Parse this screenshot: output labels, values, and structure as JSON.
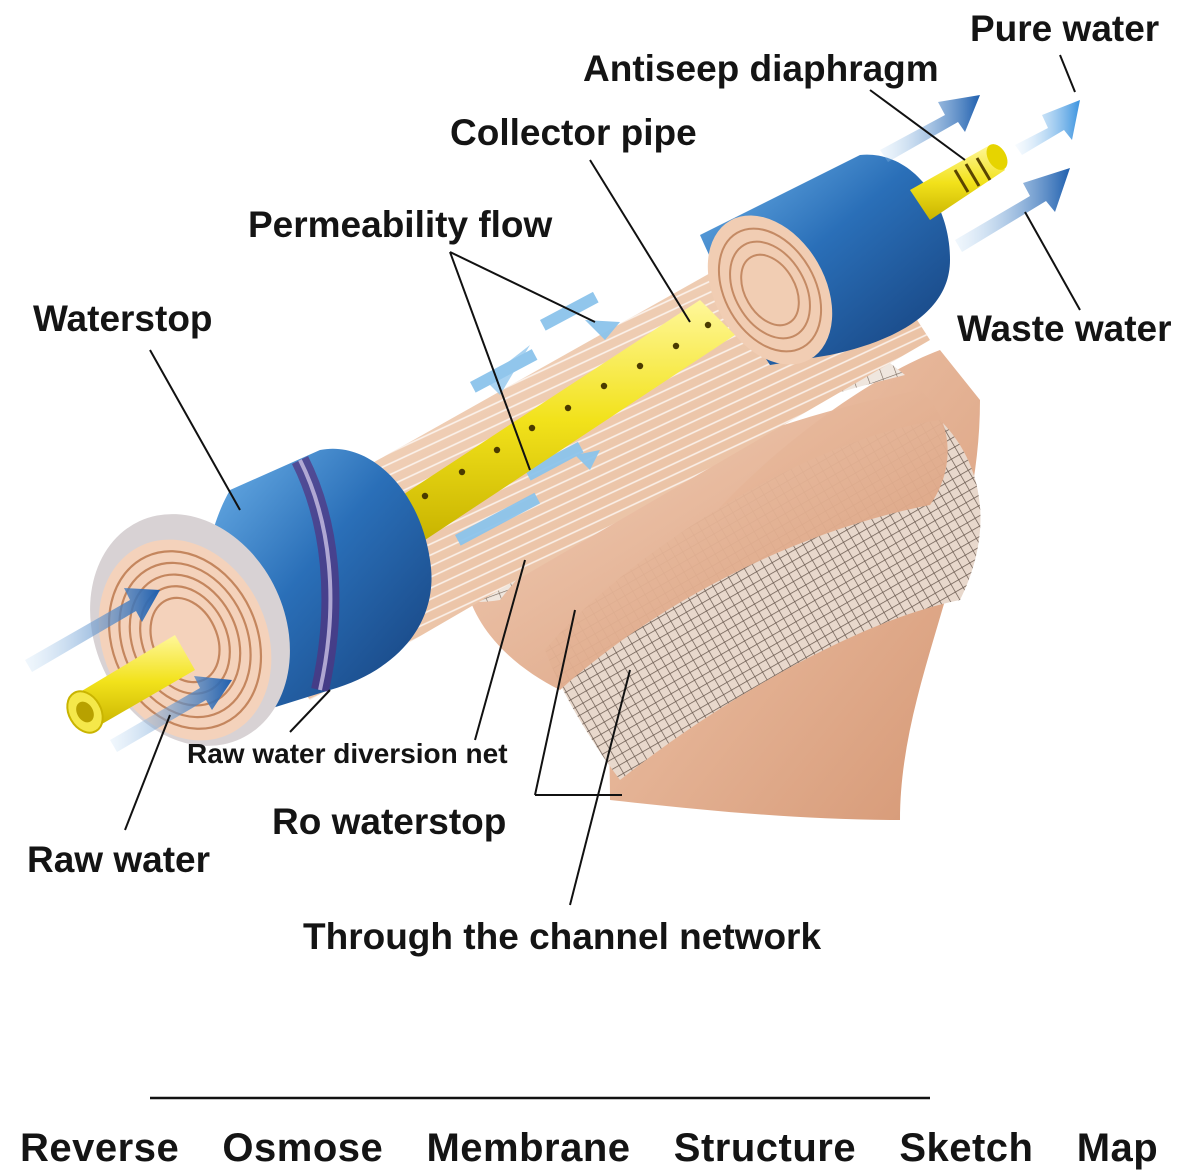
{
  "diagram": {
    "labels": {
      "pure_water": "Pure water",
      "antiseep_diaphragm": "Antiseep diaphragm",
      "collector_pipe": "Collector pipe",
      "permeability_flow": "Permeability flow",
      "waterstop": "Waterstop",
      "waste_water": "Waste water",
      "raw_water_diversion_net": "Raw water diversion net",
      "ro_waterstop": "Ro waterstop",
      "raw_water": "Raw water",
      "through_channel_network": "Through the channel network"
    },
    "title": "Reverse  Osmose  Membrane  Structure  Sketch  Map",
    "colors": {
      "housing_blue": "#2a6fb8",
      "collector_yellow": "#f2e21b",
      "membrane_copper": "#e8b08a",
      "flow_arrow_blue": "#1f5fae",
      "permeate_arrow_light_blue": "#8cc4ec",
      "leader_line": "#111111"
    }
  }
}
